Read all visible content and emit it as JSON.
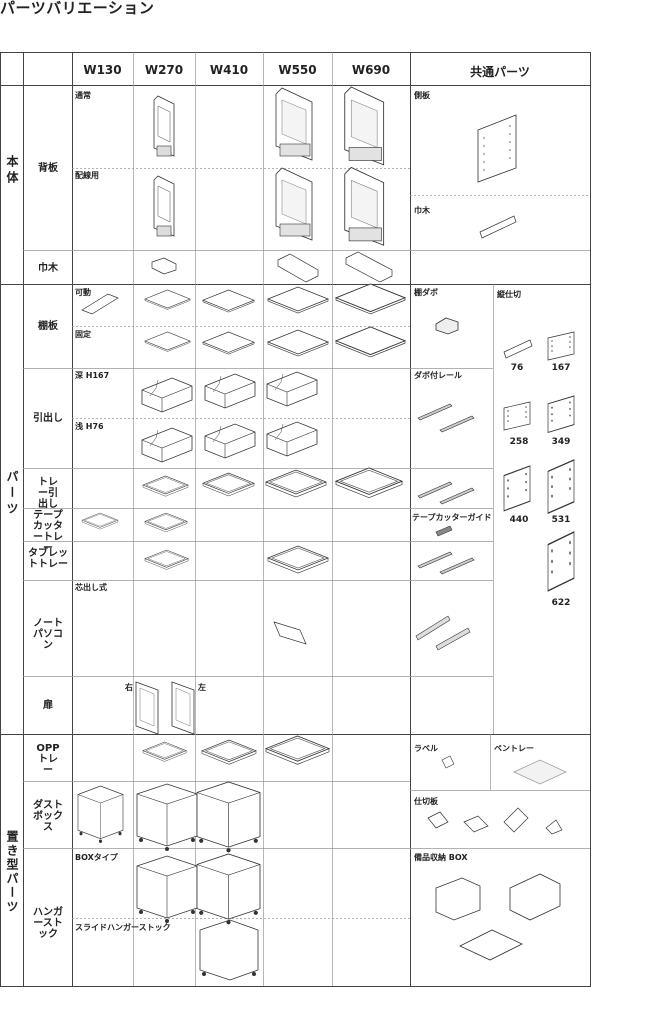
{
  "title": "パーツバリエーション",
  "headers": {
    "w130": "W130",
    "w270": "W270",
    "w410": "W410",
    "w550": "W550",
    "w690": "W690",
    "common": "共通パーツ"
  },
  "categories": {
    "body": "本体",
    "parts": "パーツ",
    "standalone": "置き型パーツ"
  },
  "rows": {
    "backboard": "背板",
    "baseboard": "巾木",
    "shelf": "棚板",
    "drawer": "引出し",
    "tray_drawer": "トレー引出し",
    "tape_cutter_tray": "テープカッタートレー",
    "tablet_tray": "タブレットトレー",
    "notebook_pc": "ノートパソコン",
    "door": "扉",
    "opp_tray": "OPPトレー",
    "dust_box": "ダストボックス",
    "hanger_stock": "ハンガーストック"
  },
  "sublabels": {
    "normal": "通常",
    "wiring": "配線用",
    "movable": "可動",
    "fixed": "固定",
    "deep": "深 H167",
    "shallow": "浅 H76",
    "core_out": "芯出し式",
    "right": "右",
    "left": "左",
    "box_type": "BOXタイプ",
    "slide_hanger": "スライドハンガーストック"
  },
  "common_parts": {
    "side_panel": "側板",
    "baseboard": "巾木",
    "shelf_dowel": "棚ダボ",
    "divider": "縦仕切",
    "dowel_rail": "ダボ付レール",
    "tape_cutter_guide": "テープカッターガイド",
    "label": "ラベル",
    "pen_tray": "ペントレー",
    "partition": "仕切板",
    "supply_box": "備品収納 BOX"
  },
  "divider_sizes": [
    "76",
    "167",
    "258",
    "349",
    "440",
    "531",
    "622"
  ]
}
